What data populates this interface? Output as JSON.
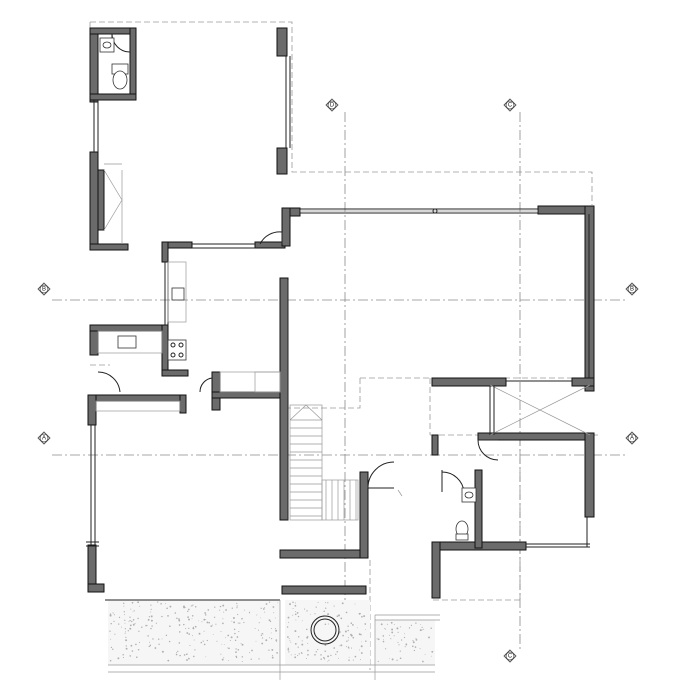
{
  "drawing": {
    "grid_labels": {
      "A": "A",
      "B": "B",
      "C": "C",
      "D": "D"
    }
  }
}
